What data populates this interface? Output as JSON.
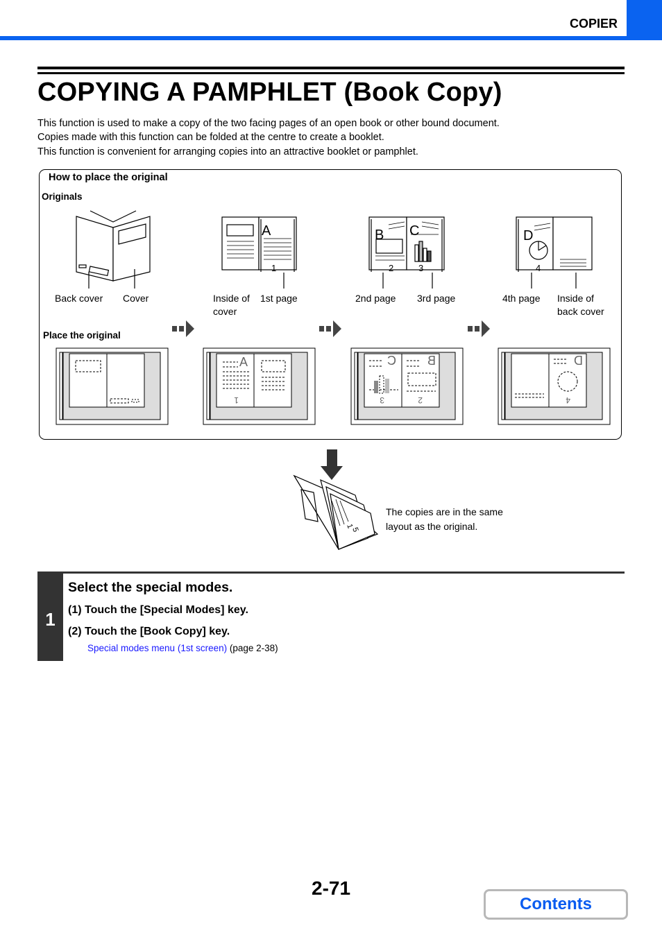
{
  "header": {
    "section": "COPIER"
  },
  "title": "COPYING A PAMPHLET (Book Copy)",
  "intro": [
    "This function is used to make a copy of the two facing pages of an open book or other bound document.",
    "Copies made with this function can be folded at the centre to create a booklet.",
    "This function is convenient for arranging copies into an attractive booklet or pamphlet."
  ],
  "diagram": {
    "box_title": "How to place the original",
    "originals_label": "Originals",
    "place_label": "Place the original",
    "captions": {
      "back_cover": "Back cover",
      "cover": "Cover",
      "inside_cover_1": "Inside of",
      "inside_cover_2": "cover",
      "first_page": "1st page",
      "second_page": "2nd page",
      "third_page": "3rd page",
      "fourth_page": "4th page",
      "inside_back_1": "Inside of",
      "inside_back_2": "back cover"
    },
    "result_line_1": "The copies are in the same",
    "result_line_2": "layout as the original."
  },
  "step": {
    "number": "1",
    "title": "Select the special modes.",
    "sub1": "(1)   Touch the [Special Modes] key.",
    "sub2": "(2)   Touch the [Book Copy] key.",
    "link": "Special modes menu (1st screen)",
    "link_page": " (page 2-38)"
  },
  "footer": {
    "page_number": "2-71",
    "contents_label": "Contents"
  }
}
